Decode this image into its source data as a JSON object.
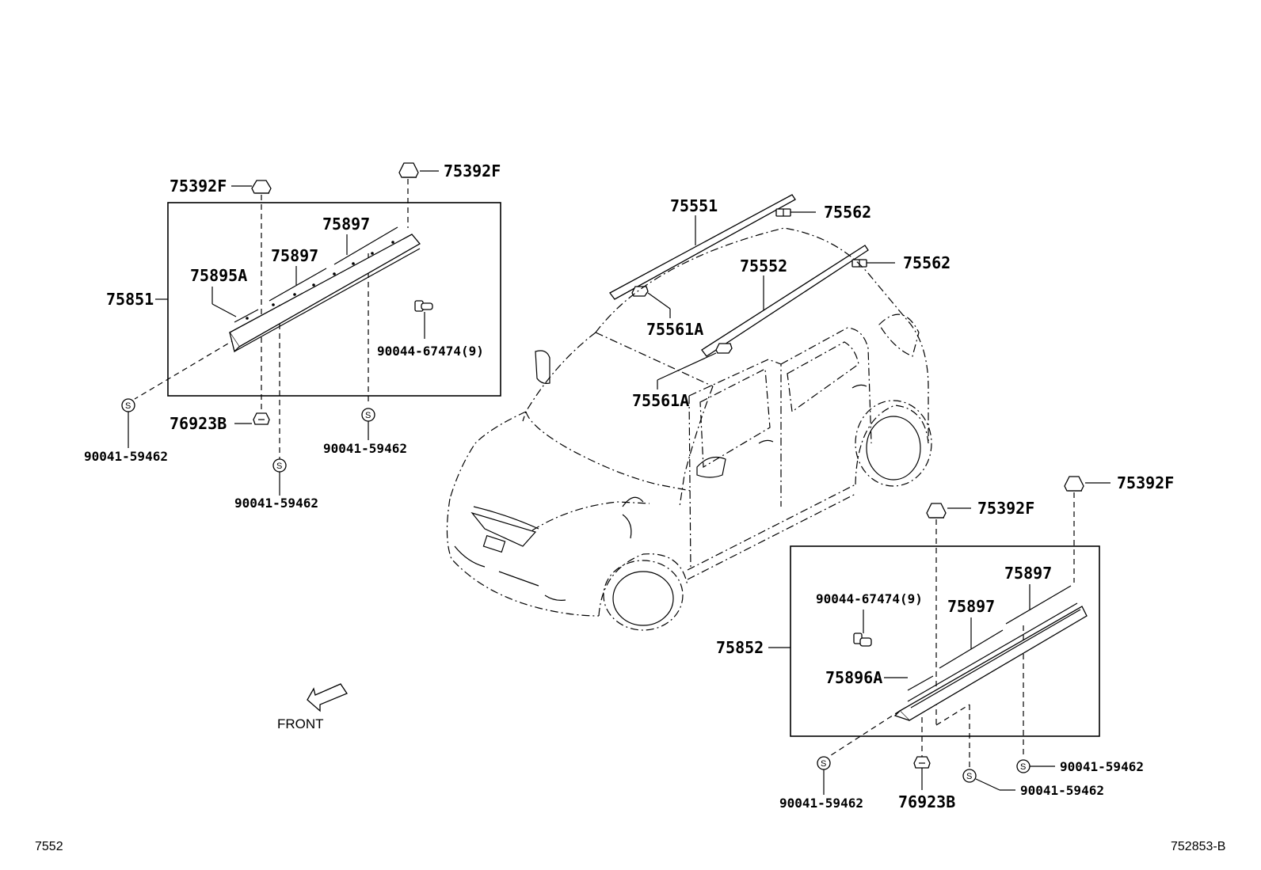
{
  "diagram": {
    "footer_left": "7552",
    "footer_right": "752853-B",
    "front_label": "FRONT",
    "left_assembly": {
      "assembly": "75851",
      "clip_top_left": "75392F",
      "clip_top_right": "75392F",
      "strip_upper": "75897",
      "strip_lower": "75897",
      "strip_end": "75895A",
      "rivet": "90044-67474(9)",
      "nut": "76923B",
      "screw_left": "90041-59462",
      "screw_mid": "90041-59462",
      "screw_right": "90041-59462"
    },
    "roof": {
      "rail_left": "75551",
      "rail_right": "75552",
      "cap_left": "75562",
      "cap_right": "75562",
      "clip_left": "75561A",
      "clip_right": "75561A"
    },
    "right_assembly": {
      "assembly": "75852",
      "clip_top_left": "75392F",
      "clip_top_right": "75392F",
      "strip_upper": "75897",
      "strip_lower": "75897",
      "strip_end": "75896A",
      "rivet": "90044-67474(9)",
      "nut": "76923B",
      "screw_left": "90041-59462",
      "screw_mid": "90041-59462",
      "screw_right": "90041-59462"
    }
  }
}
